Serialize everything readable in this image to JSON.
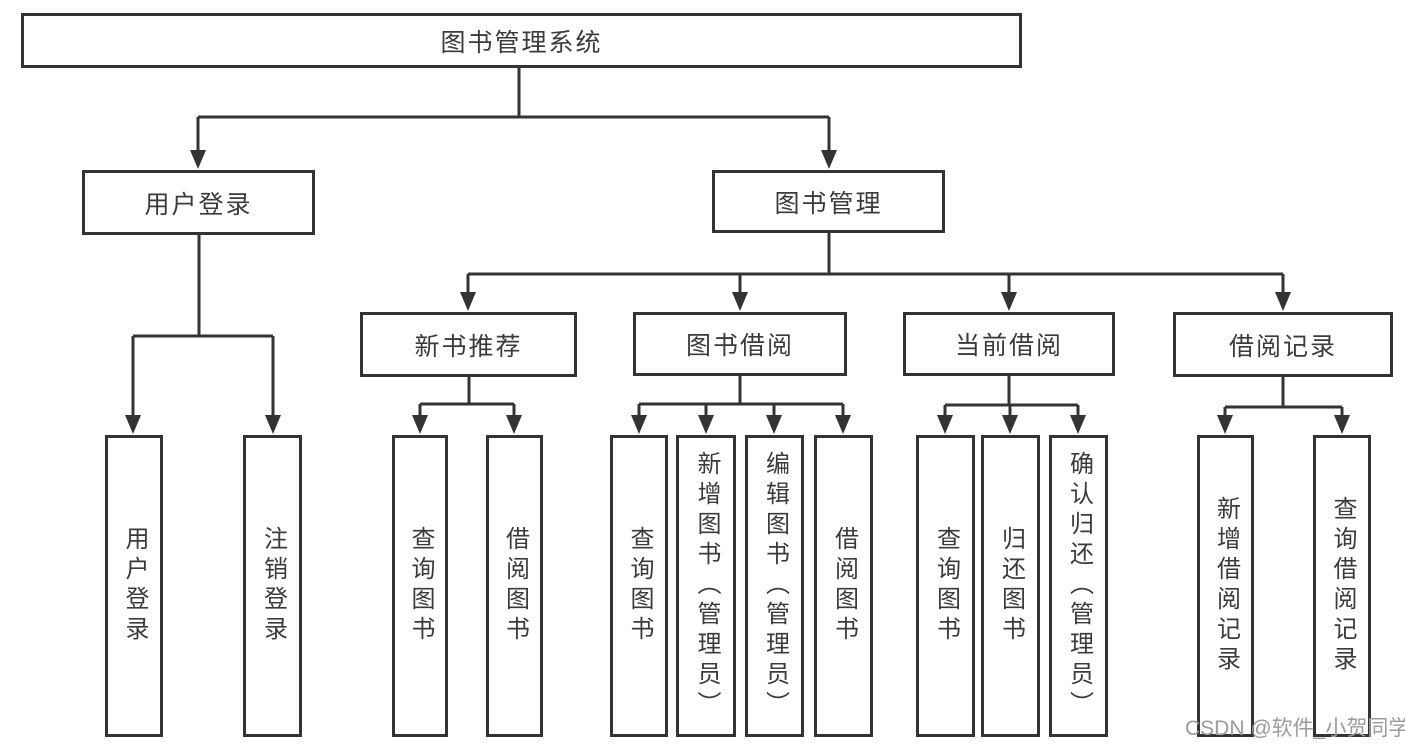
{
  "tree": {
    "root": {
      "label": "图书管理系统",
      "children": [
        {
          "label": "用户登录",
          "children": [
            {
              "label": "用户登录"
            },
            {
              "label": "注销登录"
            }
          ]
        },
        {
          "label": "图书管理",
          "children": [
            {
              "label": "新书推荐",
              "children": [
                {
                  "label": "查询图书"
                },
                {
                  "label": "借阅图书"
                }
              ]
            },
            {
              "label": "图书借阅",
              "children": [
                {
                  "label": "查询图书"
                },
                {
                  "label": "新增图书（管理员）"
                },
                {
                  "label": "编辑图书（管理员）"
                },
                {
                  "label": "借阅图书"
                }
              ]
            },
            {
              "label": "当前借阅",
              "children": [
                {
                  "label": "查询图书"
                },
                {
                  "label": "归还图书"
                },
                {
                  "label": "确认归还（管理员）"
                }
              ]
            },
            {
              "label": "借阅记录",
              "children": [
                {
                  "label": "新增借阅记录"
                },
                {
                  "label": "查询借阅记录"
                }
              ]
            }
          ]
        }
      ]
    }
  },
  "watermark": {
    "text": "CSDN @软件_小贺同学",
    "color": "#9b9b9b"
  },
  "colors": {
    "line": "#333333",
    "text": "#3b3b3b",
    "background": "#ffffff"
  }
}
